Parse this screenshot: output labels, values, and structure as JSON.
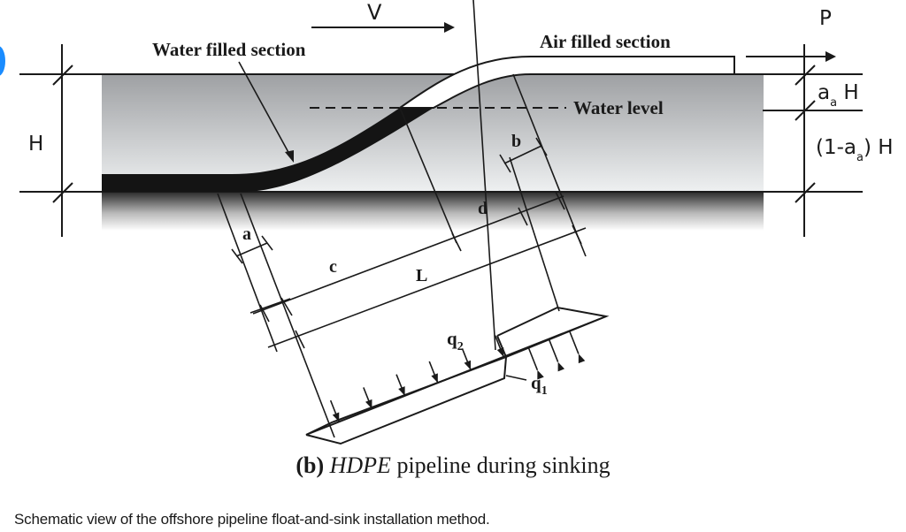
{
  "figure": {
    "labels": {
      "velocity": "V",
      "pull_force": "P",
      "water_filled": "Water filled section",
      "air_filled": "Air filled section",
      "water_level": "Water level",
      "depth": "H",
      "aa_H_main": "a",
      "aa_H_sub": "a",
      "aa_H_tail": " H",
      "one_minus_aa_H_pre": "(1-a",
      "one_minus_aa_H_sub": "a",
      "one_minus_aa_H_post": ") H",
      "dim_a": "a",
      "dim_b": "b",
      "dim_c": "c",
      "dim_d": "d",
      "dim_L": "L",
      "q1_main": "q",
      "q1_sub": "1",
      "q2_main": "q",
      "q2_sub": "2"
    },
    "colors": {
      "water_top": "#9ea0a3",
      "water_bottom": "#f2f3f4",
      "seabed_top": "#2a2a2a",
      "seabed_bottom": "#ffffff",
      "pipe_water_filled": "#141414",
      "pipe_air_filled": "#ffffff",
      "marker": "#1a8cff"
    }
  },
  "caption": {
    "panel_letter": "(b)",
    "panel_italic": "HDPE",
    "panel_text": " pipeline during sinking",
    "description": "Schematic view of the offshore pipeline float-and-sink installation method."
  }
}
